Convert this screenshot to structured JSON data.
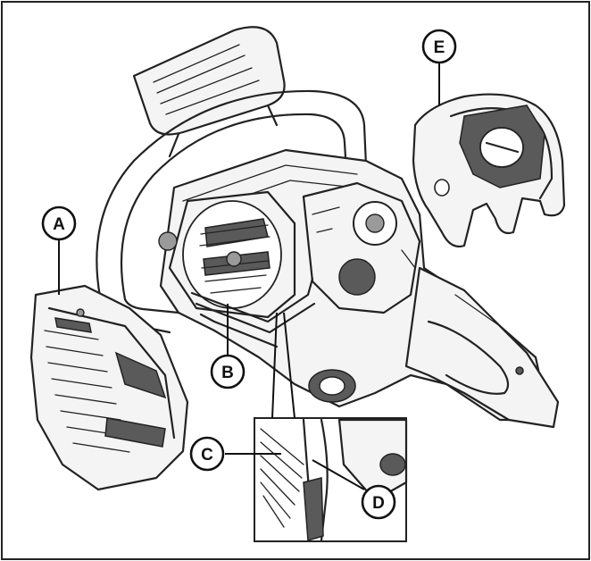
{
  "callouts": [
    {
      "id": "A",
      "label": "A"
    },
    {
      "id": "B",
      "label": "B"
    },
    {
      "id": "C",
      "label": "C"
    },
    {
      "id": "D",
      "label": "D"
    },
    {
      "id": "E",
      "label": "E"
    }
  ],
  "colors": {
    "line": "#222222",
    "background": "#ffffff",
    "shade_dark": "#5a5a5a",
    "shade_mid": "#9a9a9a"
  }
}
